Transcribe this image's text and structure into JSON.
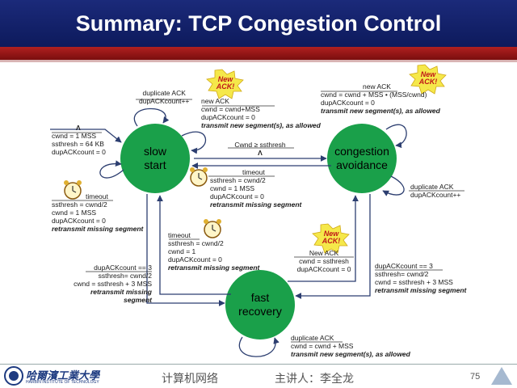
{
  "title": "Summary: TCP Congestion Control",
  "states": {
    "slow_start": [
      "slow",
      "start"
    ],
    "congestion_avoidance": [
      "congestion",
      "avoidance"
    ],
    "fast_recovery": [
      "fast",
      "recovery"
    ]
  },
  "burst_label": [
    "New",
    "ACK!"
  ],
  "labels": {
    "ss_dupack": [
      "duplicate ACK",
      "dupACKcount++"
    ],
    "ss_newack": [
      "new ACK",
      "cwnd = cwnd+MSS",
      "dupACKcount = 0",
      "transmit new segment(s), as allowed"
    ],
    "init": [
      "Λ",
      "cwnd = 1 MSS",
      "ssthresh = 64 KB",
      "dupACKcount = 0"
    ],
    "ss_timeout": [
      "timeout",
      "ssthresh = cwnd/2",
      "cwnd = 1 MSS",
      "dupACKcount = 0",
      "retransmit missing segment"
    ],
    "ss_to_ca": [
      "Cwnd ≥ ssthresh",
      "Λ"
    ],
    "ca_timeout": [
      "timeout",
      "ssthresh = cwnd/2",
      "cwnd = 1 MSS",
      "dupACKcount = 0",
      "retransmit missing segment"
    ],
    "ca_newack": [
      "new ACK",
      "cwnd = cwnd + MSS • (MSS/cwnd)",
      "dupACKcount = 0",
      "transmit new segment(s), as allowed"
    ],
    "ca_dupack": [
      "duplicate ACK",
      "dupACKcount++"
    ],
    "fr_timeout": [
      "timeout",
      "ssthresh = cwnd/2",
      "cwnd = 1",
      "dupACKcount = 0",
      "retransmit missing segment"
    ],
    "fr_newack": [
      "New ACK",
      "cwnd = ssthresh",
      "dupACKcount = 0"
    ],
    "ss_to_fr": [
      "dupACKcount == 3",
      "ssthresh= cwnd/2",
      "cwnd = ssthresh + 3 MSS",
      "retransmit missing",
      "segment"
    ],
    "ca_to_fr": [
      "dupACKcount == 3",
      "ssthresh= cwnd/2",
      "cwnd = ssthresh + 3 MSS",
      "retransmit missing segment"
    ],
    "fr_dupack": [
      "duplicate ACK",
      "cwnd = cwnd + MSS",
      "transmit new segment(s), as allowed"
    ]
  },
  "footer": {
    "logo_cn": "哈爾濱工業大學",
    "logo_en": "HARBIN INSTITUTE OF TECHNOLOGY",
    "course": "计算机网络",
    "lecturer": "主讲人：李全龙",
    "page": "75"
  },
  "colors": {
    "state_fill": "#1aa04a",
    "arrow": "#2c3e70",
    "title_bg": "#142272",
    "burst_fill": "#f5e84a"
  }
}
